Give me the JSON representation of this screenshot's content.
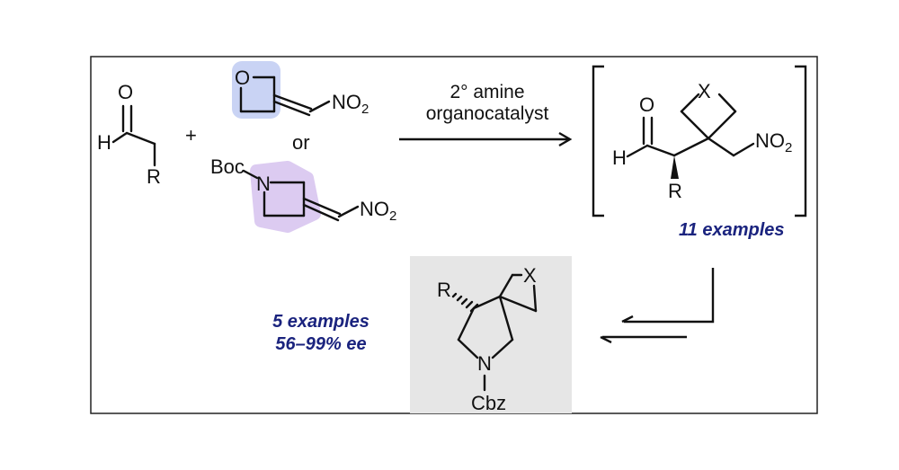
{
  "reactants": {
    "aldehyde": {
      "o_label": "O",
      "h_label": "H",
      "r_label": "R"
    },
    "plus": "+",
    "oxetane": {
      "o_label": "O",
      "no2_label": "NO",
      "no2_sub": "2"
    },
    "or": "or",
    "azetidine": {
      "boc_label": "Boc",
      "n_label": "N",
      "no2_label": "NO",
      "no2_sub": "2"
    }
  },
  "conditions": {
    "line1": "2° amine",
    "line2": "organocatalyst"
  },
  "intermediate": {
    "o_label": "O",
    "h_label": "H",
    "r_label": "R",
    "x_label": "X",
    "no2_label": "NO",
    "no2_sub": "2",
    "caption": "11 examples"
  },
  "product": {
    "r_label": "R",
    "x_label": "X",
    "n_label": "N",
    "cbz_label": "Cbz",
    "caption_line1": "5 examples",
    "caption_line2": "56–99% ee"
  },
  "colors": {
    "caption": "#1a237e",
    "oxetane_highlight": "#c9d3f4",
    "azetidine_highlight": "#dccbf1",
    "product_box": "#e6e6e6"
  }
}
